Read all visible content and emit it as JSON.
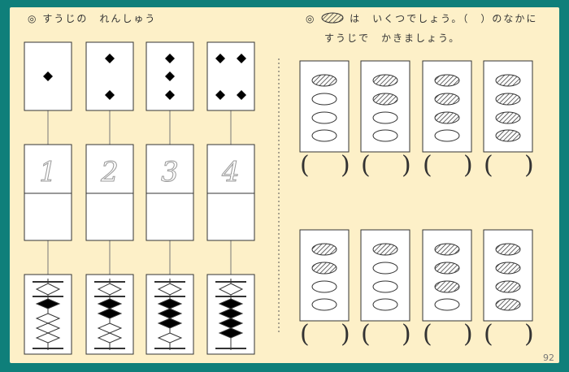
{
  "left_header": {
    "mark": "◎",
    "text": "すうじの　れんしゅう"
  },
  "right_header": {
    "mark": "◎",
    "line1": "は　いくつでしょう。（　）のなかに",
    "line2": "すうじで　かきましょう。"
  },
  "dot_cards": [
    1,
    2,
    3,
    4
  ],
  "trace_numbers": [
    "1",
    "2",
    "3",
    "4"
  ],
  "abacus_beads": [
    1,
    2,
    3,
    4
  ],
  "oval_cards_top": [
    1,
    2,
    3,
    4
  ],
  "oval_cards_bottom": [
    2,
    1,
    3,
    4
  ],
  "ovals_per_card": 4,
  "paren_open": "(",
  "paren_close": ")",
  "page_number": "92",
  "colors": {
    "border": "#0f7f7a",
    "paper": "#fdf0c8",
    "ink": "#333333"
  }
}
